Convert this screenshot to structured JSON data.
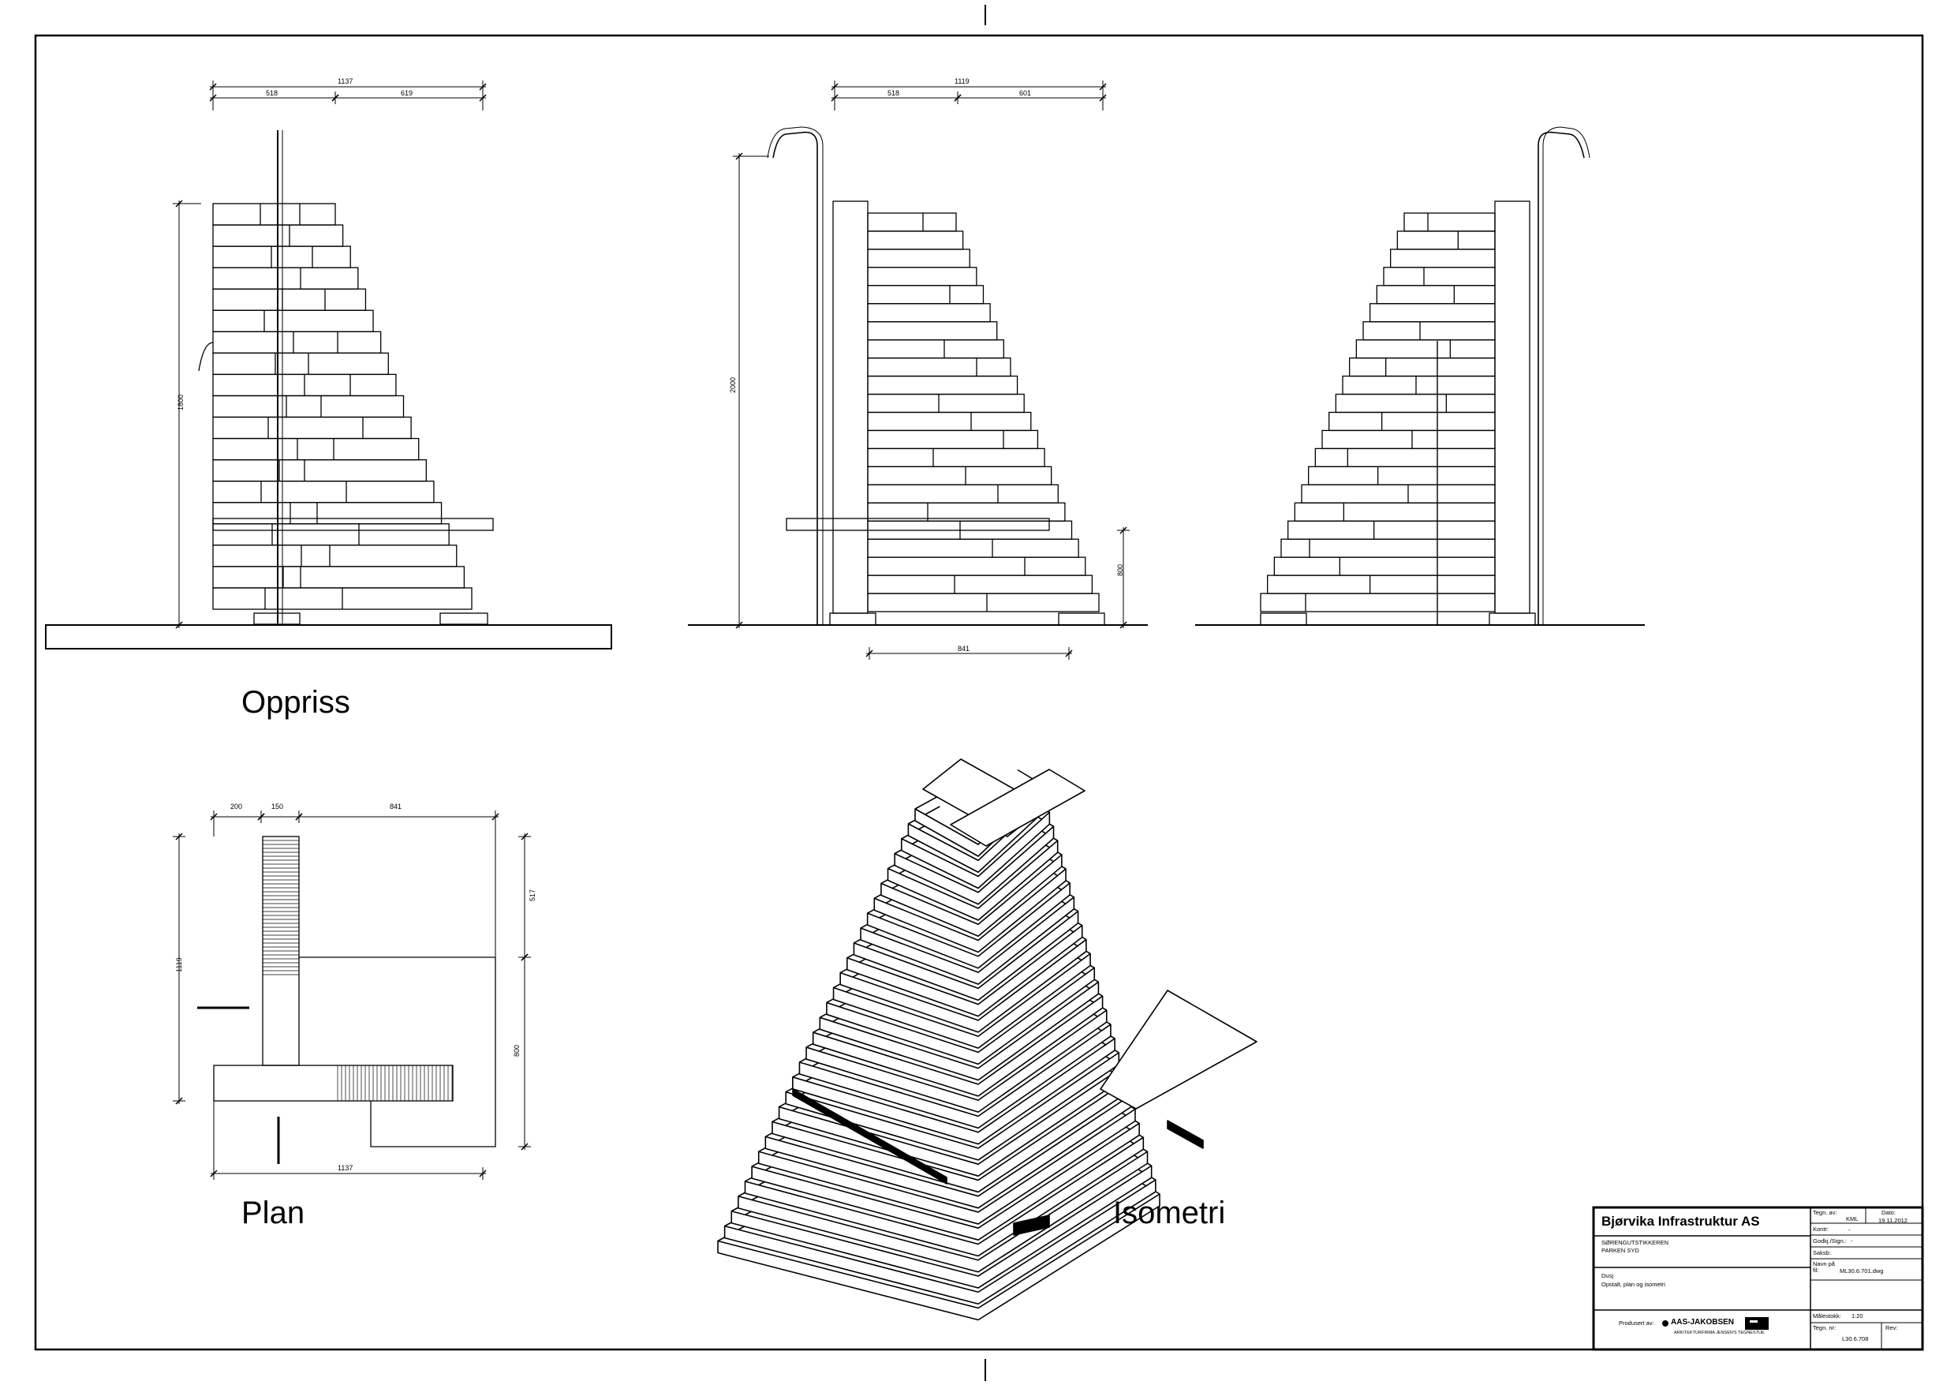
{
  "views": {
    "elevation_title": "Oppriss",
    "plan_title": "Plan",
    "iso_title": "Isometri"
  },
  "elevation_left": {
    "dim_total": "1137",
    "dim_a": "518",
    "dim_b": "619",
    "dim_height": "1800"
  },
  "elevation_mid": {
    "dim_total": "1119",
    "dim_a": "518",
    "dim_b": "601",
    "dim_height": "2000",
    "dim_bench_height": "800",
    "dim_bench_width": "841"
  },
  "plan": {
    "dim_a": "200",
    "dim_b": "150",
    "dim_c": "841",
    "dim_height": "1119",
    "dim_upper": "517",
    "dim_lower": "800",
    "dim_total": "1137"
  },
  "title_block": {
    "company": "Bjørvika Infrastruktur AS",
    "project_line1": "SØRENGUTSTIKKEREN",
    "project_line2": "PARKEN SYD",
    "drawing_line1": "Dusj",
    "drawing_line2": "Opstalt, plan og isometri",
    "produced_by_label": "Produsert av:",
    "producer": "AAS-JAKOBSEN",
    "producer_sub": "ARKITEKTURFIRMA JENSEN'S TEGNESTUE",
    "drawn_by_label": "Tegn. av:",
    "drawn_by": "KML",
    "date_label": "Dato:",
    "date": "19.11.2012",
    "checked_label": "Kontr:",
    "checked": "-",
    "approved_label": "Godkj./Sign.:",
    "approved": "-",
    "case_label": "Saksb:",
    "filename_label": "Navn på fil:",
    "filename": "ML30.6.701.dwg",
    "scale_label": "Målestokk:",
    "scale": "1:20",
    "drawing_no_label": "Tegn. nr:",
    "drawing_no": "L30.6.708",
    "rev_label": "Rev:"
  }
}
